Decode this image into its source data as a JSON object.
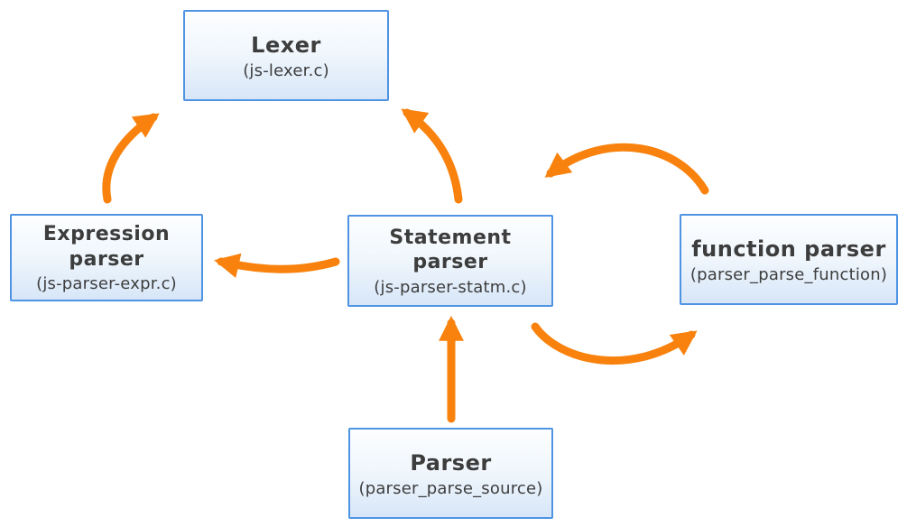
{
  "diagram": {
    "colors": {
      "arrow-orange": "#F8820D",
      "box-border": "#4F94E3",
      "box-fill-top": "#FDFEFF",
      "box-fill-bottom": "#D7E6F8",
      "text": "#3D3D3D",
      "background": "#FFFFFF"
    },
    "nodes": {
      "lexer": {
        "title": "Lexer",
        "subtitle": "(js-lexer.c)"
      },
      "expression_parser": {
        "title": "Expression\nparser",
        "subtitle": "(js-parser-expr.c)"
      },
      "statement_parser": {
        "title": "Statement\nparser",
        "subtitle": "(js-parser-statm.c)"
      },
      "function_parser": {
        "title": "function parser",
        "subtitle": "(parser_parse_function)"
      },
      "parser": {
        "title": "Parser",
        "subtitle": "(parser_parse_source)"
      }
    },
    "edges": [
      {
        "from": "expression_parser",
        "to": "lexer"
      },
      {
        "from": "statement_parser",
        "to": "lexer"
      },
      {
        "from": "statement_parser",
        "to": "expression_parser"
      },
      {
        "from": "parser",
        "to": "statement_parser"
      },
      {
        "from": "function_parser",
        "to": "statement_parser"
      },
      {
        "from": "statement_parser",
        "to": "function_parser"
      }
    ]
  }
}
